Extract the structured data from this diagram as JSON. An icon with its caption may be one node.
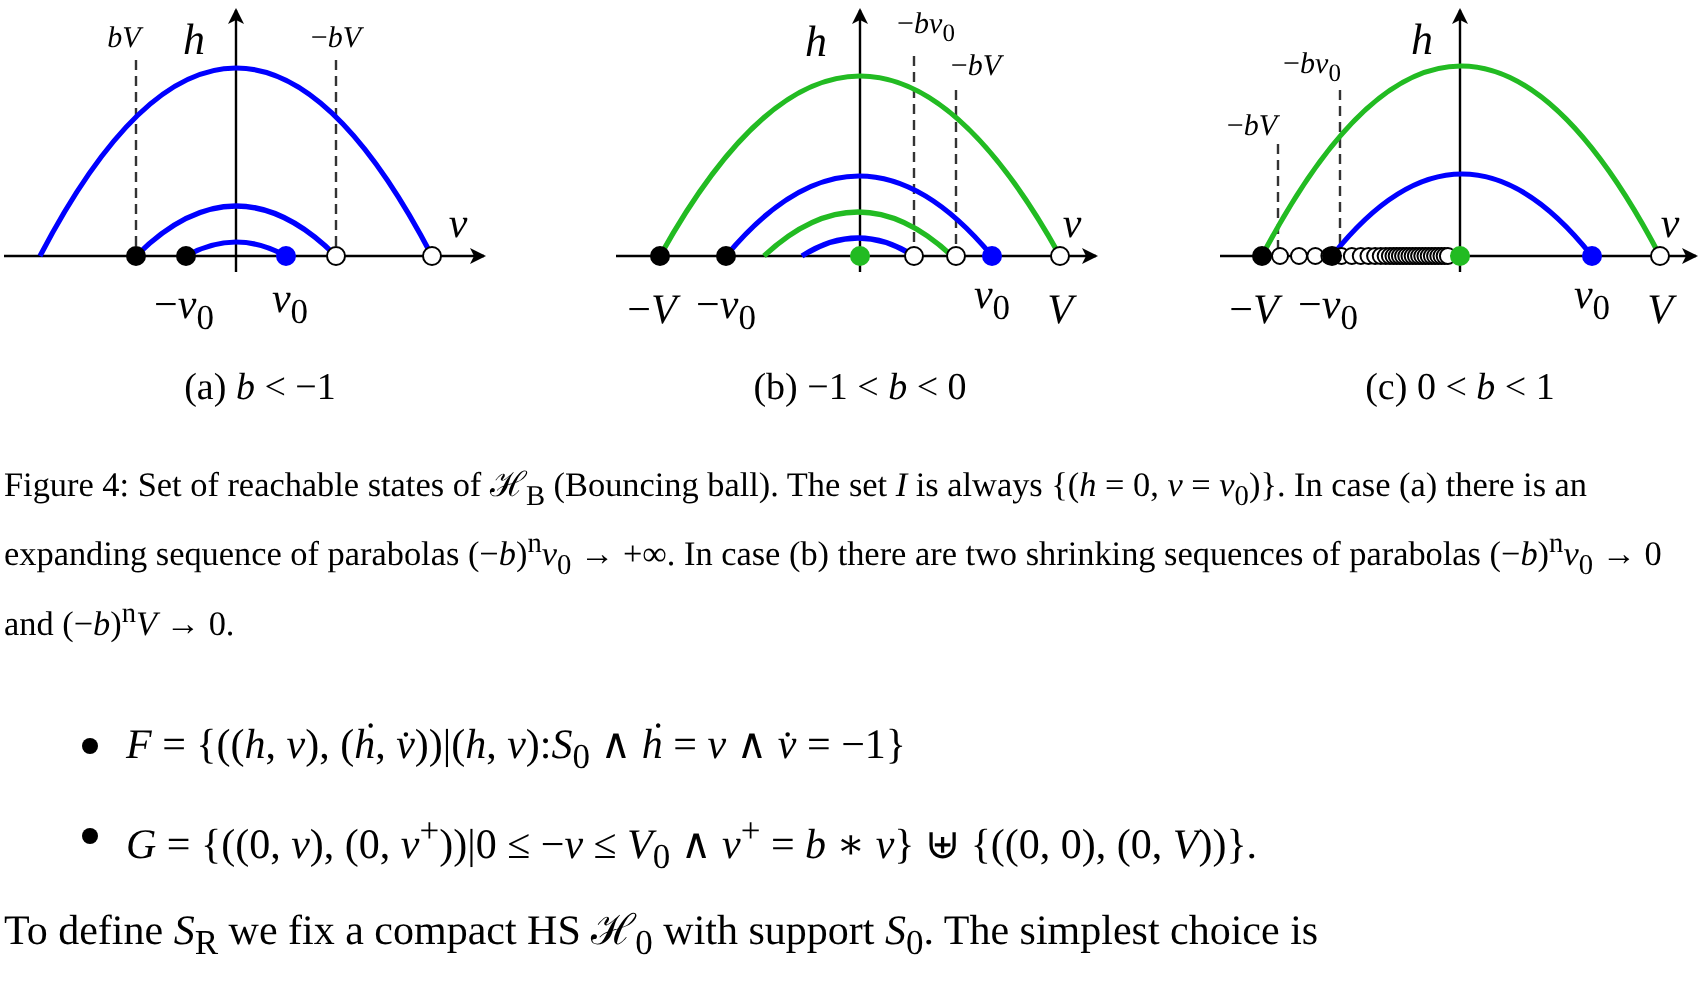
{
  "diagram": {
    "caption": "Figure 4: Set of reachable states of ℋ$_{B}$ (Bouncing ball). The set *I* is always {(*h* = 0, *v* = *v*$_{0}$)}. In case (a) there is an expanding sequence of parabolas (−*b*)$^{n}$*v*$_{0}$ → +∞. In case (b) there are two shrinking sequences of parabolas (−*b*)$^{n}$*v*$_{0}$ → 0 and (−*b*)$^{n}$*V* → 0.",
    "labels": [
      "*bV*",
      "*h*",
      "−*bV*",
      "*v*",
      "−*v*$_{0}$",
      "*v*$_{0}$",
      "(a) *b* < −1",
      "*h*",
      "−*bv*$_{0}$",
      "−*bV*",
      "*v*",
      "−*V*",
      "−*v*$_{0}$",
      "*v*$_{0}$",
      "*V*",
      "(b) −1 < *b* < 0",
      "*h*",
      "−*bv*$_{0}$",
      "−*bV*",
      "*v*",
      "−*V*",
      "−*v*$_{0}$",
      "*v*$_{0}$",
      "*V*",
      "(c) 0 < *b* < 1",
      "*F* = {((*h*, *v*), (*ḣ*, *v̇*))|(*h*, *v*):*S*$_{0}$ ∧ *ḣ* = *v* ∧ *v̇* = −1}",
      "*G* = {((0, *v*), (0, *v*$^{+}$))|0 ≤ −*v* ≤ *V*$_{0}$ ∧ *v*$^{+}$ = *b* ∗ *v*} ⊎ {((0, 0), (0, *V*))}.",
      "To define *S*$_{R}$ we fix a compact HS ℋ$_{0}$ with support *S*$_{0}$. The simplest choice is"
    ]
  }
}
